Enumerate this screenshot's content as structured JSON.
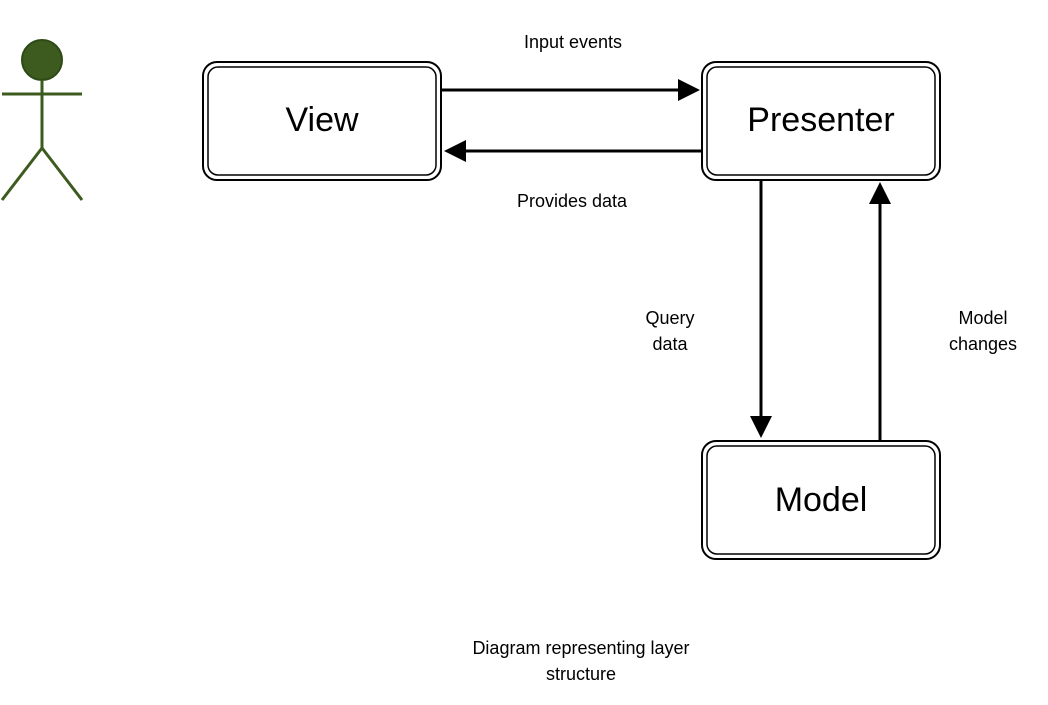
{
  "nodes": {
    "view": {
      "label": "View"
    },
    "presenter": {
      "label": "Presenter"
    },
    "model": {
      "label": "Model"
    }
  },
  "edges": {
    "input_events": {
      "label": "Input events"
    },
    "provides_data": {
      "label": "Provides data"
    },
    "query_data": {
      "label_line1": "Query",
      "label_line2": "data"
    },
    "model_changes": {
      "label_line1": "Model",
      "label_line2": "changes"
    }
  },
  "caption": {
    "line1": "Diagram representing layer",
    "line2": "structure"
  },
  "colors": {
    "actor": "#3d5a1f",
    "lines": "#000000",
    "background": "#ffffff"
  },
  "icons": {
    "actor": "stick-figure-user-icon"
  }
}
